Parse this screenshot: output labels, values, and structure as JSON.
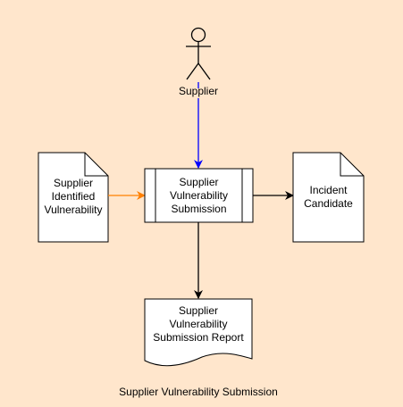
{
  "diagram": {
    "caption": "Supplier Vulnerability Submission",
    "actor": {
      "label": "Supplier"
    },
    "nodes": {
      "input_document": {
        "label_lines": [
          "Supplier",
          "Identified",
          "Vulnerability"
        ]
      },
      "process": {
        "label_lines": [
          "Supplier",
          "Vulnerability",
          "Submission"
        ]
      },
      "output_document": {
        "label_lines": [
          "Incident",
          "Candidate"
        ]
      },
      "report": {
        "label_lines": [
          "Supplier",
          "Vulnerability",
          "Submission Report"
        ]
      }
    },
    "colors": {
      "background": "#ffe6cc",
      "actor_arrow": "#0000ff",
      "input_arrow": "#ff8000",
      "default_arrow": "#000000",
      "shape_fill": "#ffffff",
      "stroke": "#000000"
    }
  }
}
